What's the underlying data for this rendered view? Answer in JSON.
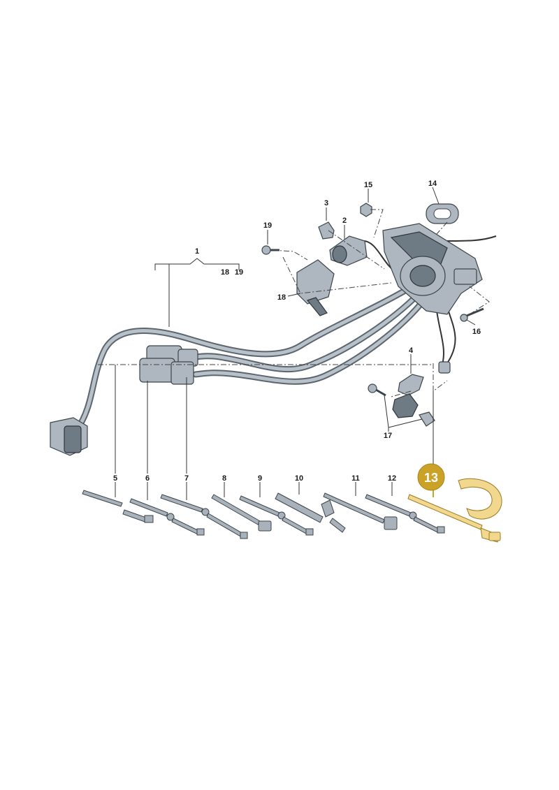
{
  "callouts": {
    "c1": "1",
    "c2": "2",
    "c3": "3",
    "c4": "4",
    "c5": "5",
    "c6": "6",
    "c7": "7",
    "c8": "8",
    "c9": "9",
    "c10": "10",
    "c11": "11",
    "c12": "12",
    "c13": "13",
    "c14": "14",
    "c15": "15",
    "c16": "16",
    "c17": "17",
    "c18": "18",
    "c19": "19",
    "c1_sub18": "18",
    "c1_sub19": "19"
  },
  "highlight": {
    "item": "13",
    "color": "#c9a227",
    "text_color": "#ffffff"
  }
}
